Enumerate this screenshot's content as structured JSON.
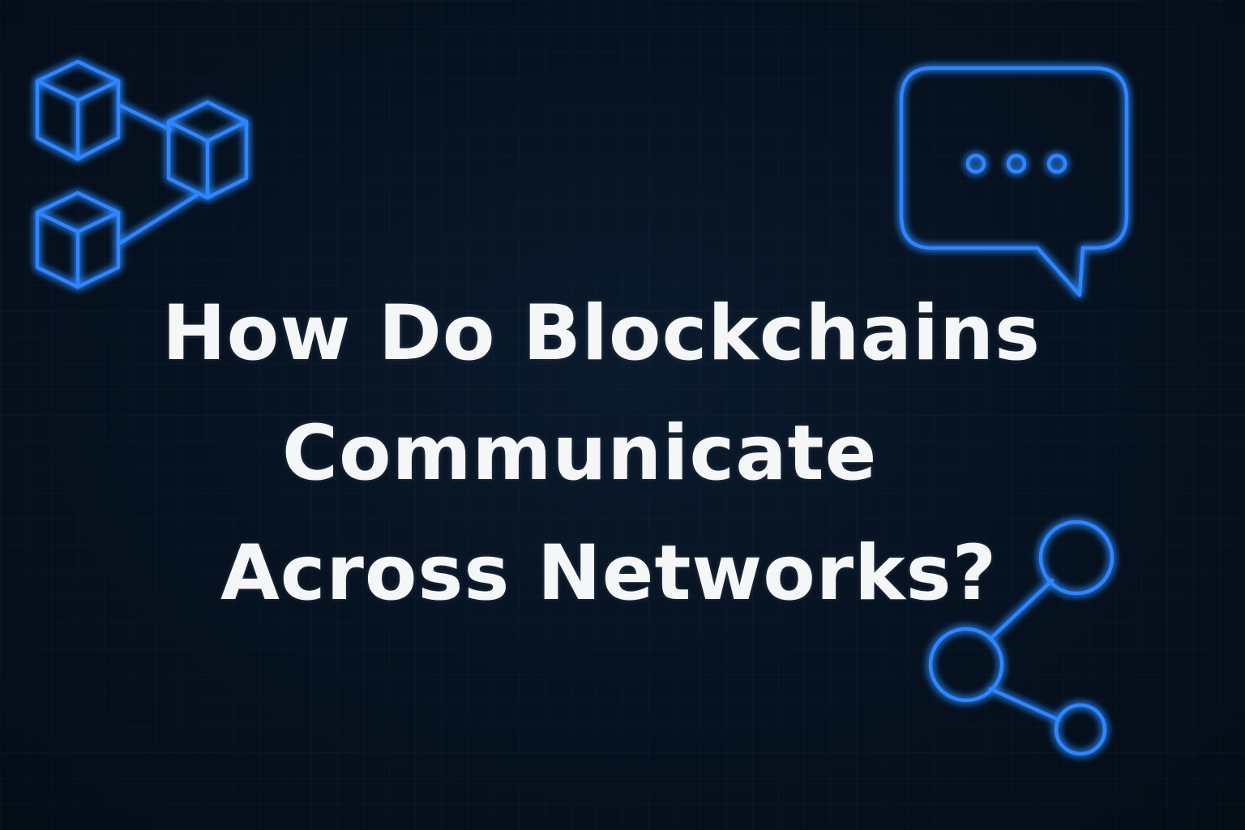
{
  "headline": {
    "line_1": "How Do Blockchains",
    "line_2": "Communicate",
    "line_3": "Across Networks?"
  },
  "icons": {
    "top_left": "blockchain-cubes-icon",
    "top_right": "chat-bubble-icon",
    "bottom_right": "network-nodes-icon"
  },
  "colors": {
    "background": "#05101d",
    "accent": "#2f86ff",
    "text": "#f4f6f8"
  }
}
